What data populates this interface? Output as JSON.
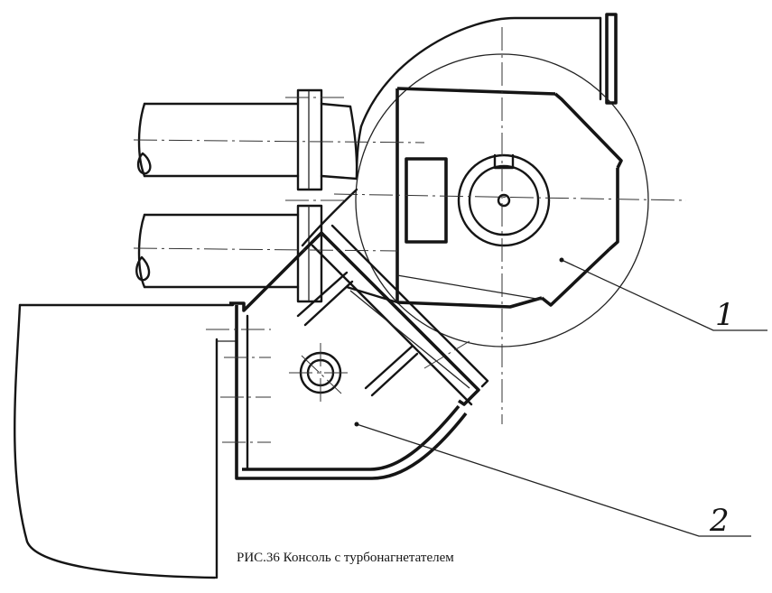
{
  "diagram": {
    "caption": "РИС.36 Консоль с турбонагнетателем",
    "labels": [
      {
        "id": "callout-1",
        "text": "1"
      },
      {
        "id": "callout-2",
        "text": "2"
      }
    ]
  }
}
